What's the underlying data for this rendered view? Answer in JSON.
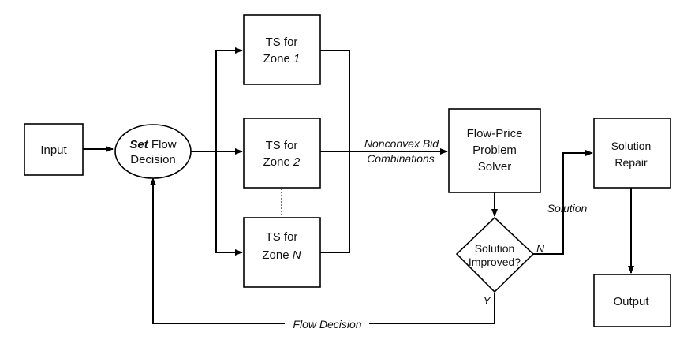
{
  "nodes": {
    "input": "Input",
    "set_flow": {
      "bold": "Set",
      "rest": " Flow",
      "line2": "Decision"
    },
    "zone1": {
      "line1": "TS for",
      "line2a": "Zone ",
      "line2b": "1"
    },
    "zone2": {
      "line1": "TS for",
      "line2a": "Zone ",
      "line2b": "2"
    },
    "zoneN": {
      "line1": "TS for",
      "line2a": "Zone ",
      "line2b": "N"
    },
    "solver": {
      "line1": "Flow-Price",
      "line2": "Problem",
      "line3": "Solver"
    },
    "improved": {
      "line1": "Solution",
      "line2": "Improved?"
    },
    "repair": {
      "line1": "Solution",
      "line2": "Repair"
    },
    "output": "Output"
  },
  "edges": {
    "bids_line1": "Nonconvex Bid",
    "bids_line2": "Combinations",
    "solution": "Solution",
    "no": "N",
    "yes": "Y",
    "flow_decision": "Flow Decision"
  }
}
